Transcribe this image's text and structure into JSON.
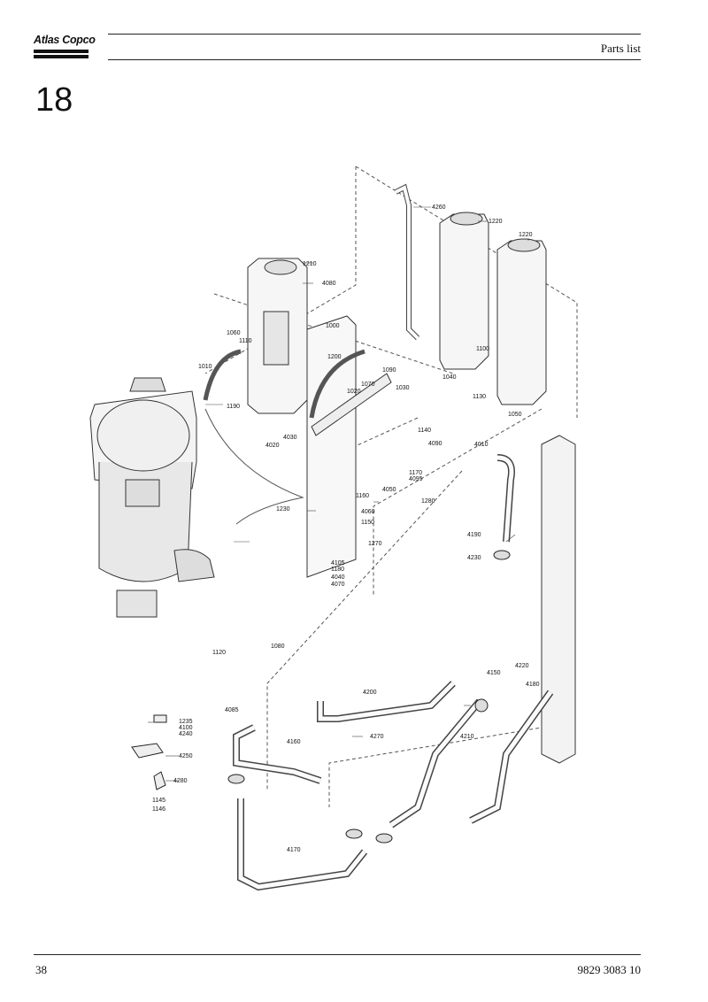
{
  "header": {
    "logo_text": "Atlas Copco",
    "title": "Parts list"
  },
  "section_number": "18",
  "diagram": {
    "part_labels": [
      {
        "id": "4260"
      },
      {
        "id": "1220"
      },
      {
        "id": "1220b",
        "text": "1220"
      },
      {
        "id": "1210"
      },
      {
        "id": "4080"
      },
      {
        "id": "1060"
      },
      {
        "id": "1110"
      },
      {
        "id": "1010"
      },
      {
        "id": "1190"
      },
      {
        "id": "1000"
      },
      {
        "id": "1200"
      },
      {
        "id": "1070"
      },
      {
        "id": "1020"
      },
      {
        "id": "1090"
      },
      {
        "id": "1030"
      },
      {
        "id": "1140"
      },
      {
        "id": "4020"
      },
      {
        "id": "4030"
      },
      {
        "id": "4090"
      },
      {
        "id": "4010"
      },
      {
        "id": "1170"
      },
      {
        "id": "4095"
      },
      {
        "id": "4050"
      },
      {
        "id": "1160"
      },
      {
        "id": "1230"
      },
      {
        "id": "1280"
      },
      {
        "id": "4060"
      },
      {
        "id": "1150"
      },
      {
        "id": "1270"
      },
      {
        "id": "4190"
      },
      {
        "id": "4105"
      },
      {
        "id": "1180"
      },
      {
        "id": "4040"
      },
      {
        "id": "4070"
      },
      {
        "id": "4230"
      },
      {
        "id": "1080"
      },
      {
        "id": "1120"
      },
      {
        "id": "4150"
      },
      {
        "id": "4220"
      },
      {
        "id": "4180"
      },
      {
        "id": "4200"
      },
      {
        "id": "4085"
      },
      {
        "id": "4270"
      },
      {
        "id": "4210"
      },
      {
        "id": "1235"
      },
      {
        "id": "4100"
      },
      {
        "id": "4240"
      },
      {
        "id": "4160"
      },
      {
        "id": "4250"
      },
      {
        "id": "4280"
      },
      {
        "id": "1145"
      },
      {
        "id": "1146"
      },
      {
        "id": "4170"
      },
      {
        "id": "1040"
      },
      {
        "id": "1100"
      },
      {
        "id": "1130"
      },
      {
        "id": "1050"
      }
    ]
  },
  "footer": {
    "page_number": "38",
    "document_number": "9829 3083 10"
  }
}
